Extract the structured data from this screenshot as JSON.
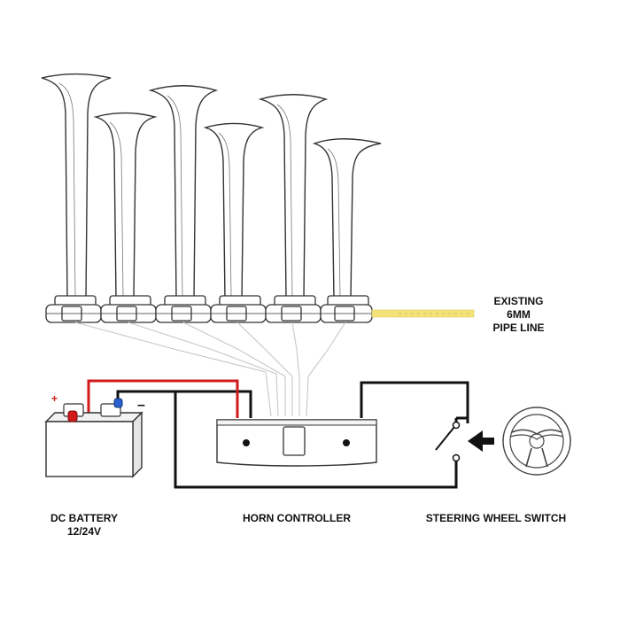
{
  "labels": {
    "pipe_line": [
      "EXISTING",
      "6MM",
      "PIPE LINE"
    ],
    "battery": [
      "DC BATTERY",
      "12/24V"
    ],
    "controller": "HORN CONTROLLER",
    "switch": "STEERING WHEEL SWITCH"
  },
  "terminals": {
    "positive": "+",
    "negative": "–"
  },
  "colors": {
    "positive_wire": "#d11a1a",
    "negative_wire": "#111111",
    "air_pipe": "#f3e27a",
    "air_hoses": "#c8c8c8",
    "outline": "#333333",
    "battery_negative_terminal": "#2a5fd0"
  }
}
